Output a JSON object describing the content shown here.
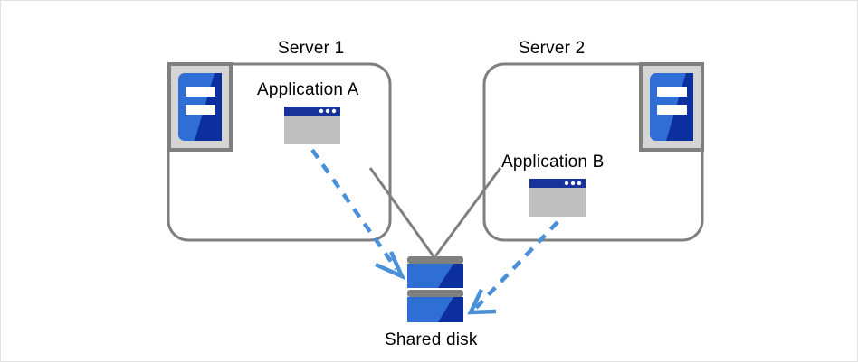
{
  "diagram": {
    "title_hidden": "",
    "background_color": "#ffffff",
    "border_color": "#e2e2e2",
    "colors": {
      "box_outline": "#7f7f7f",
      "connector_line": "#7f7f7f",
      "arrow_dashed": "#4a90d9",
      "icon_frame_border": "#7f7f7f",
      "icon_frame_fill": "#d4d4d4",
      "icon_blue_light": "#2f6ed5",
      "icon_blue_dark": "#0b2f9e",
      "window_titlebar": "#17339b",
      "window_body": "#bfbfbf",
      "window_dot": "#ffffff",
      "disk_bar": "#808080",
      "text": "#000000"
    },
    "servers": [
      {
        "id": "server-1",
        "label": "Server 1",
        "icon_name": "server-icon",
        "icon_position": "top-left",
        "application": {
          "label": "Application A",
          "icon_name": "application-window-icon",
          "window_dots": 3
        }
      },
      {
        "id": "server-2",
        "label": "Server 2",
        "icon_name": "server-icon",
        "icon_position": "top-right",
        "application": {
          "label": "Application B",
          "icon_name": "application-window-icon",
          "window_dots": 3
        }
      }
    ],
    "storage": {
      "id": "shared-disk",
      "label": "Shared disk",
      "icon_name": "disk-stack-icon",
      "platters": 2
    },
    "connections": [
      {
        "id": "server-1-to-disk",
        "from": "server-1",
        "to": "shared-disk",
        "style": "solid",
        "arrow": false
      },
      {
        "id": "server-2-to-disk",
        "from": "server-2",
        "to": "shared-disk",
        "style": "solid",
        "arrow": false
      },
      {
        "id": "application-a-to-disk",
        "from": "application-a",
        "to": "shared-disk",
        "style": "dashed",
        "arrow": true
      },
      {
        "id": "application-b-to-disk",
        "from": "application-b",
        "to": "shared-disk",
        "style": "dashed",
        "arrow": true
      }
    ]
  }
}
